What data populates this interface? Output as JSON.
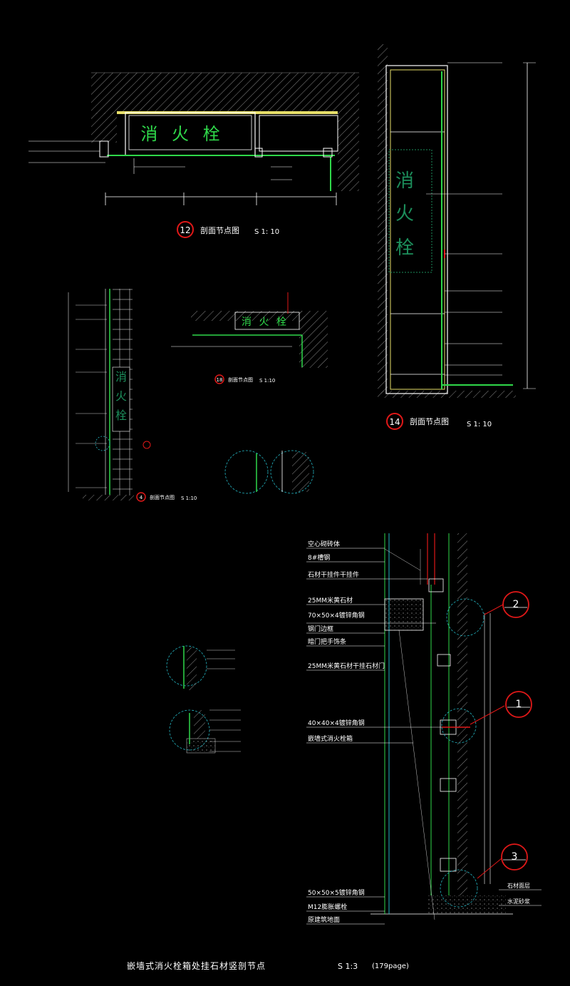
{
  "colors": {
    "background": "#000000",
    "line": "#ffffff",
    "hatch": "#a0a0a0",
    "green": "#2fd84a",
    "cyan": "#24b5c2",
    "yellow": "#e8e06a",
    "red": "#e01818",
    "dark_green_text": "#1c8e5b"
  },
  "box_text": {
    "chars": [
      "消",
      "火",
      "栓"
    ],
    "joined": "消 火 栓"
  },
  "detail_12": {
    "number": "12",
    "title": "剖面节点图",
    "scale": "S 1: 10"
  },
  "detail_14": {
    "number": "14",
    "title": "剖面节点图",
    "scale": "S 1: 10"
  },
  "detail_18": {
    "number": "18",
    "title": "剖面节点图",
    "scale": "S 1:10"
  },
  "detail_4": {
    "number": "4",
    "title": "剖面节点图",
    "scale": "S 1:10"
  },
  "big_section": {
    "labels": [
      "空心砌砖体",
      "8#槽钢",
      "石材干挂件干挂件",
      "25MM米黄石材",
      "70×50×4镀锌角钢",
      "钢门边框",
      "暗门把手饰条",
      "25MM米黄石材干挂石材门",
      "40×40×4镀锌角钢",
      "嵌墙式消火栓箱",
      "50×50×5镀锌角钢",
      "M12膨胀螺栓",
      "原建筑地面"
    ],
    "right_labels": [
      "石材面层",
      "水泥砂浆"
    ],
    "callouts": [
      "2",
      "1",
      "3"
    ]
  },
  "footer": {
    "title": "嵌墙式消火栓箱处挂石材竖剖节点",
    "scale": "S 1:3",
    "page": "(179page)"
  }
}
